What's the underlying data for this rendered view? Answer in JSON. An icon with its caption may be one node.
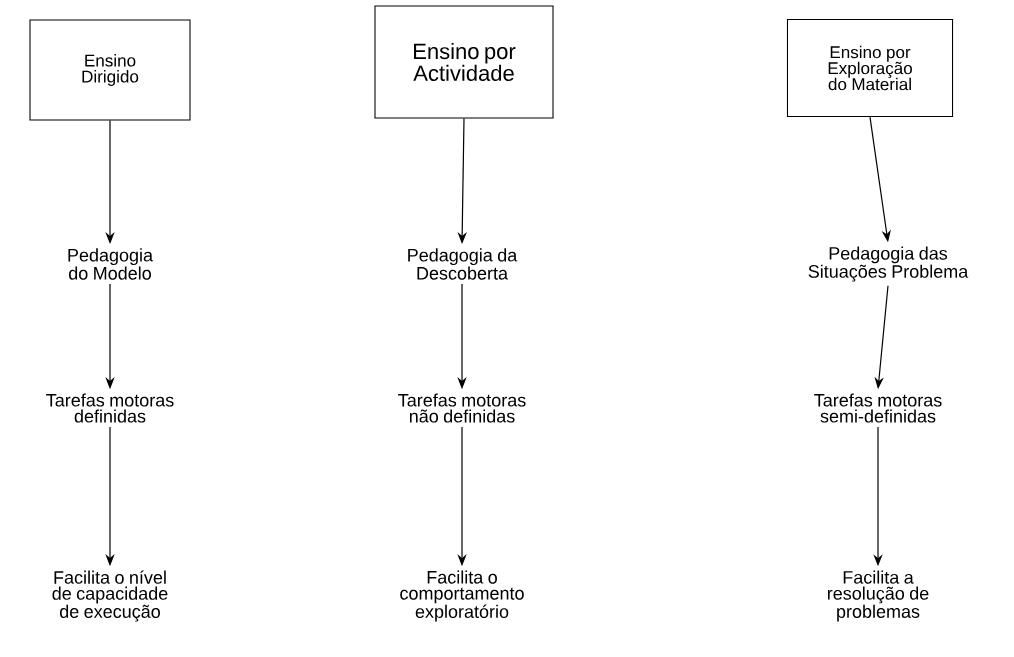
{
  "diagram": {
    "nodes": [
      {
        "text": [
          "Ensino Dirigido"
        ]
      },
      {
        "text": [
          "Ensino por Actividade"
        ]
      },
      {
        "text": [
          "Ensino por Exploração do Material"
        ]
      },
      {
        "text": [
          "Pedagogia do Modelo"
        ]
      },
      {
        "text": [
          "Pedagogia da Descoberta"
        ]
      },
      {
        "text": [
          "Pedagogia das Situações Problema"
        ]
      },
      {
        "text": [
          "Tarefas motoras definidas"
        ]
      },
      {
        "text": [
          "Tarefas motoras não definidas"
        ]
      },
      {
        "text": [
          "Tarefas motoras semi-definidas"
        ]
      },
      {
        "text": [
          "Facilita o nível de capacidade de execução"
        ]
      },
      {
        "text": [
          "Facilita o comportamento exploratório"
        ]
      },
      {
        "text": [
          "Facilita a resolução de problemas"
        ]
      }
    ],
    "edges": [
      {
        "from": 0,
        "to": 3,
        "arrow": "to"
      },
      {
        "from": 3,
        "to": 6,
        "arrow": "to"
      },
      {
        "from": 6,
        "to": 9,
        "arrow": "to"
      },
      {
        "from": 1,
        "to": 4,
        "arrow": "to"
      },
      {
        "from": 4,
        "to": 7,
        "arrow": "to"
      },
      {
        "from": 7,
        "to": 10,
        "arrow": "to"
      },
      {
        "from": 2,
        "to": 5,
        "arrow": "to"
      },
      {
        "from": 5,
        "to": 8,
        "arrow": "to"
      },
      {
        "from": 8,
        "to": 11,
        "arrow": "to"
      }
    ]
  }
}
